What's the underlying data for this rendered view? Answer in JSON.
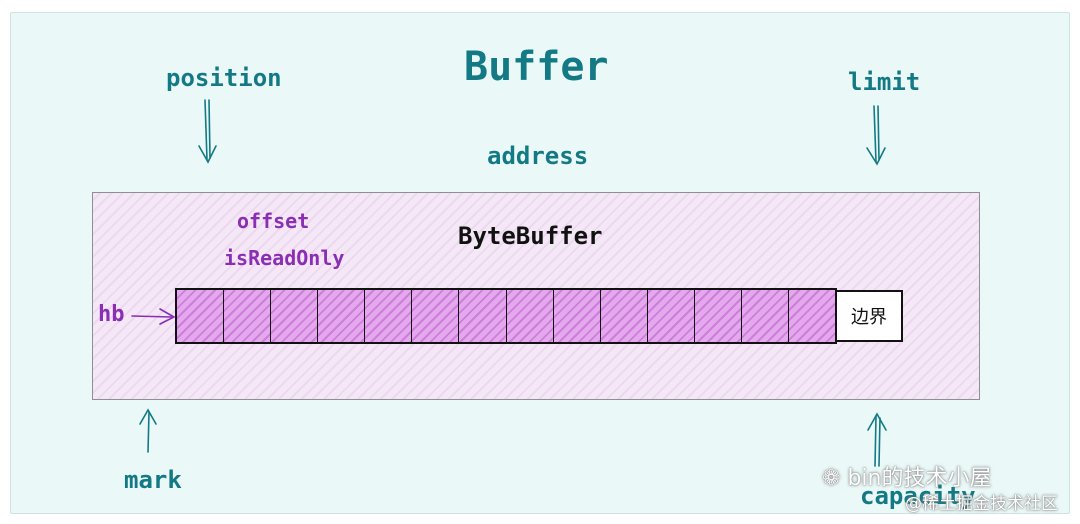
{
  "diagram": {
    "title": "Buffer",
    "outer_labels": {
      "position": "position",
      "limit": "limit",
      "address": "address",
      "mark": "mark",
      "capacity": "capacity"
    },
    "inner_title": "ByteBuffer",
    "inner_fields": {
      "offset": "offset",
      "is_read_only": "isReadOnly",
      "hb": "hb"
    },
    "array": {
      "cell_count": 14,
      "boundary_label": "边界"
    },
    "colors": {
      "teal": "#137a85",
      "purple": "#8a2fb4",
      "outer_bg": "#eaf8f8",
      "inner_bg": "#f4e7f6",
      "cell_fill": "#d98be5"
    }
  },
  "watermark": {
    "line1": "bin的技术小屋",
    "line2": "@稀土掘金技术社区"
  }
}
